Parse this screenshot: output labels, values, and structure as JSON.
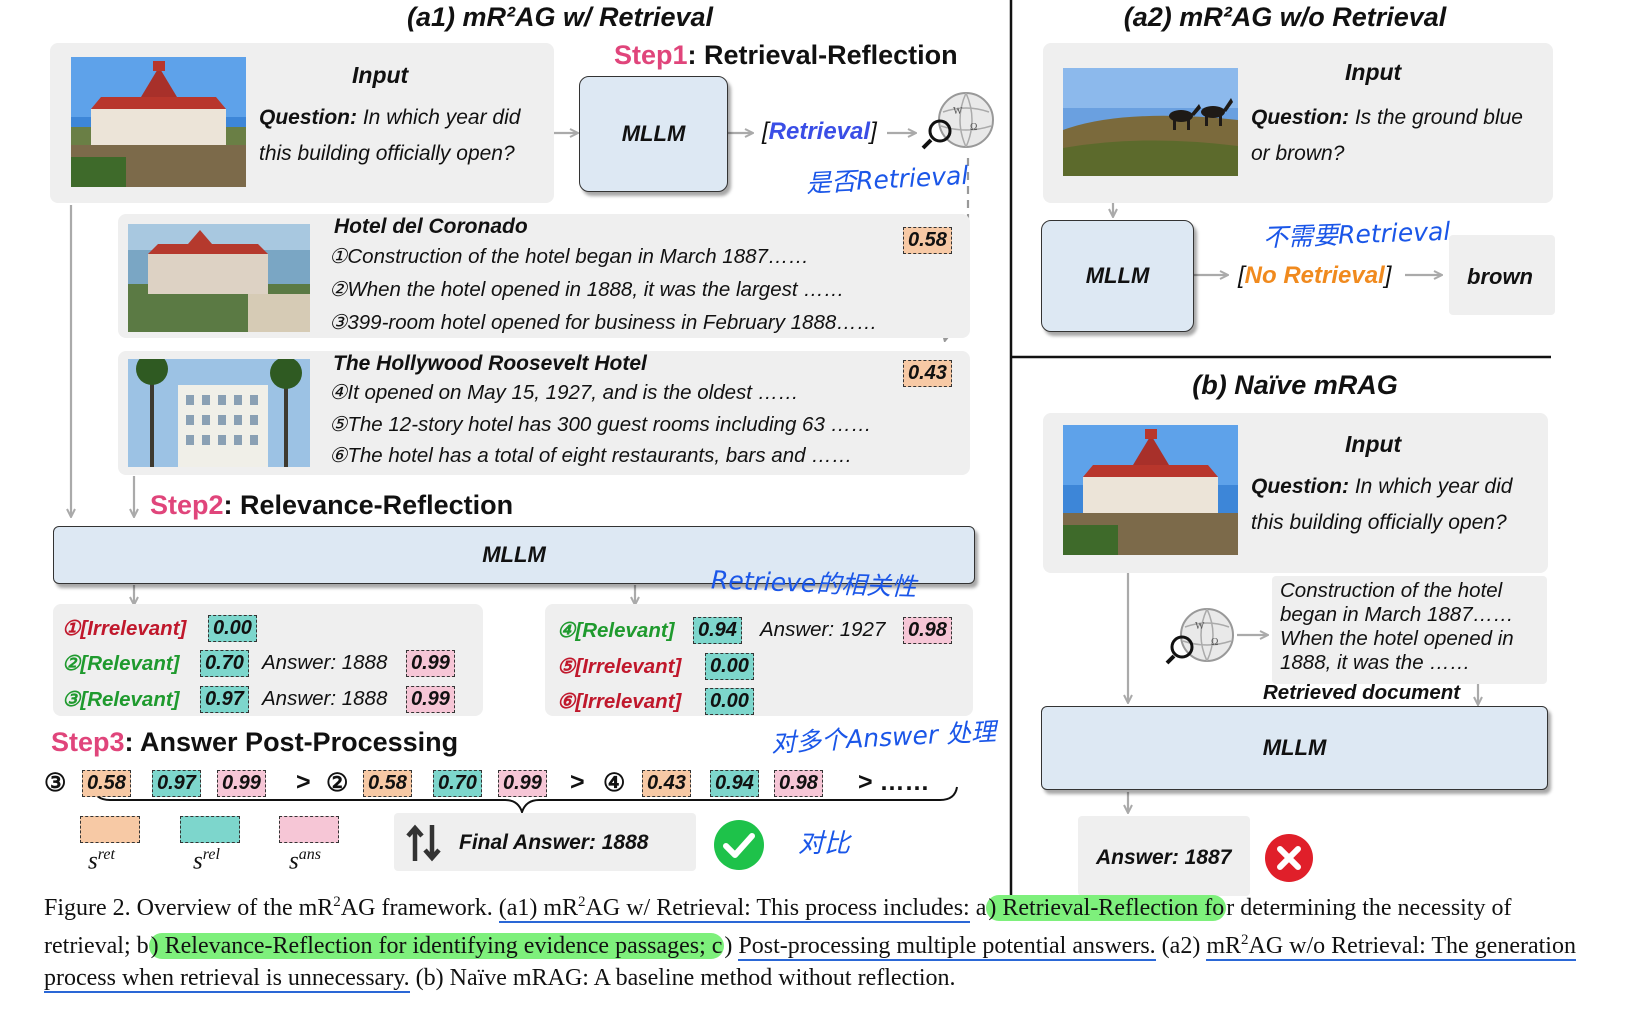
{
  "panel_a1": {
    "title": "(a1) mR²AG w/ Retrieval",
    "input": {
      "header": "Input",
      "question_label": "Question:",
      "question_line1": "In which year did",
      "question_line2": "this building officially open?"
    },
    "step1": {
      "num": "Step1",
      "name": ": Retrieval-Reflection"
    },
    "mllm": "MLLM",
    "retrieval_token": "Retrieval",
    "handwritten_1": "是否Retrieval",
    "docs": [
      {
        "title": "Hotel del Coronado",
        "score": "0.58",
        "lines": [
          "①Construction of the hotel began in March 1887……",
          "②When the hotel opened in 1888, it was the largest ……",
          "③399-room hotel opened for business in February 1888……"
        ]
      },
      {
        "title": "The Hollywood Roosevelt Hotel",
        "score": "0.43",
        "lines": [
          "④It opened on May 15, 1927, and is the oldest ……",
          "⑤The 12-story hotel has 300 guest rooms including 63 ……",
          "⑥The hotel has a total of eight restaurants, bars and ……"
        ]
      }
    ],
    "step2": {
      "num": "Step2",
      "name": ": Relevance-Reflection"
    },
    "mllm2": "MLLM",
    "handwritten_2": "Retrieve的相关性",
    "results_left": [
      {
        "num": "①",
        "tag": "[Irrelevant]",
        "rel": "0.00",
        "answer": "",
        "ans": ""
      },
      {
        "num": "②",
        "tag": "[Relevant]",
        "rel": "0.70",
        "answer": "Answer: 1888",
        "ans": "0.99"
      },
      {
        "num": "③",
        "tag": "[Relevant]",
        "rel": "0.97",
        "answer": "Answer: 1888",
        "ans": "0.99"
      }
    ],
    "results_right": [
      {
        "num": "④",
        "tag": "[Relevant]",
        "rel": "0.94",
        "answer": "Answer: 1927",
        "ans": "0.98"
      },
      {
        "num": "⑤",
        "tag": "[Irrelevant]",
        "rel": "0.00",
        "answer": "",
        "ans": ""
      },
      {
        "num": "⑥",
        "tag": "[Irrelevant]",
        "rel": "0.00",
        "answer": "",
        "ans": ""
      }
    ],
    "step3": {
      "num": "Step3",
      "name": ": Answer Post-Processing"
    },
    "handwritten_3": "对多个Answer 处理",
    "ranking": [
      {
        "num": "③",
        "ret": "0.58",
        "rel": "0.97",
        "ans": "0.99"
      },
      {
        "num": "②",
        "ret": "0.58",
        "rel": "0.70",
        "ans": "0.99"
      },
      {
        "num": "④",
        "ret": "0.43",
        "rel": "0.94",
        "ans": "0.98"
      }
    ],
    "gt": ">",
    "ellipsis": "> ……",
    "legend": {
      "ret": "s",
      "ret_sup": "ret",
      "rel": "s",
      "rel_sup": "rel",
      "ans": "s",
      "ans_sup": "ans"
    },
    "final_answer": "Final Answer: 1888",
    "handwritten_4": "对比"
  },
  "panel_a2": {
    "title": "(a2) mR²AG w/o Retrieval",
    "input": {
      "header": "Input",
      "question_label": "Question:",
      "question_line1": "Is the ground blue",
      "question_line2": "or brown?"
    },
    "mllm": "MLLM",
    "no_retrieval_token": "No Retrieval",
    "answer": "brown",
    "handwritten": "不需要Retrieval"
  },
  "panel_b": {
    "title": "(b) Naïve mRAG",
    "input": {
      "header": "Input",
      "question_label": "Question:",
      "question_line1": "In which year did",
      "question_line2": "this building officially open?"
    },
    "doc_lines": [
      "Construction of the hotel",
      "began in March 1887……",
      "When the hotel opened in",
      "1888, it was the  ……"
    ],
    "doc_label": "Retrieved document",
    "mllm": "MLLM",
    "answer": "Answer: 1887"
  },
  "caption": {
    "p1": "Figure 2. Overview of the mR",
    "sup1": "2",
    "p2": "AG framework. ",
    "u1": "(a1) mR",
    "u1sup": "2",
    "u1b": "AG w/ Retrieval: This process includes:",
    "p3": " a",
    "h1": ") Retrieval-Reflection fo",
    "p4": "r determining the necessity of retrieval; b",
    "h2": ") Relevance-Reflection for identifying evidence passages; c",
    "p5": ") ",
    "u2": "Post-processing multiple potential answers.",
    "p6": " (a2) ",
    "u3a": "mR",
    "u3sup": "2",
    "u3b": "AG w/o Retrieval: The generation process when retrieval is unnecessary.",
    "p7": " (b) Naïve mRAG: A baseline method without reflection."
  }
}
